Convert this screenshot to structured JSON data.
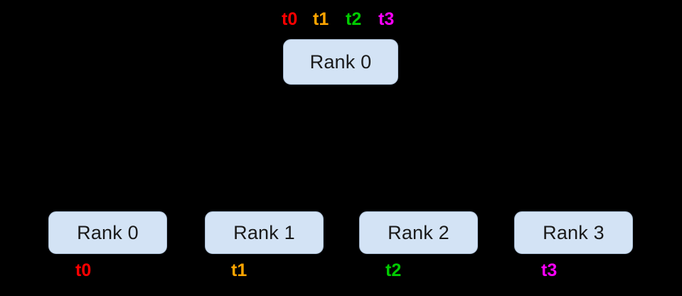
{
  "diagram": {
    "background_color": "#000000",
    "box_fill_color": "#d3e3f5",
    "box_border_color": "#a9bdd4",
    "box_text_color": "#1a1a1a",
    "thread_colors": {
      "t0": "#ff0000",
      "t1": "#ffa500",
      "t2": "#00cc00",
      "t3": "#ff00ff"
    },
    "root": {
      "label": "Rank 0",
      "thread_tags": [
        {
          "label": "t0",
          "color": "#ff0000"
        },
        {
          "label": "t1",
          "color": "#ffa500"
        },
        {
          "label": "t2",
          "color": "#00cc00"
        },
        {
          "label": "t3",
          "color": "#ff00ff"
        }
      ]
    },
    "leaves": [
      {
        "label": "Rank 0",
        "thread_tag": "t0",
        "color": "#ff0000"
      },
      {
        "label": "Rank 1",
        "thread_tag": "t1",
        "color": "#ffa500"
      },
      {
        "label": "Rank 2",
        "thread_tag": "t2",
        "color": "#00cc00"
      },
      {
        "label": "Rank 3",
        "thread_tag": "t3",
        "color": "#ff00ff"
      }
    ]
  }
}
